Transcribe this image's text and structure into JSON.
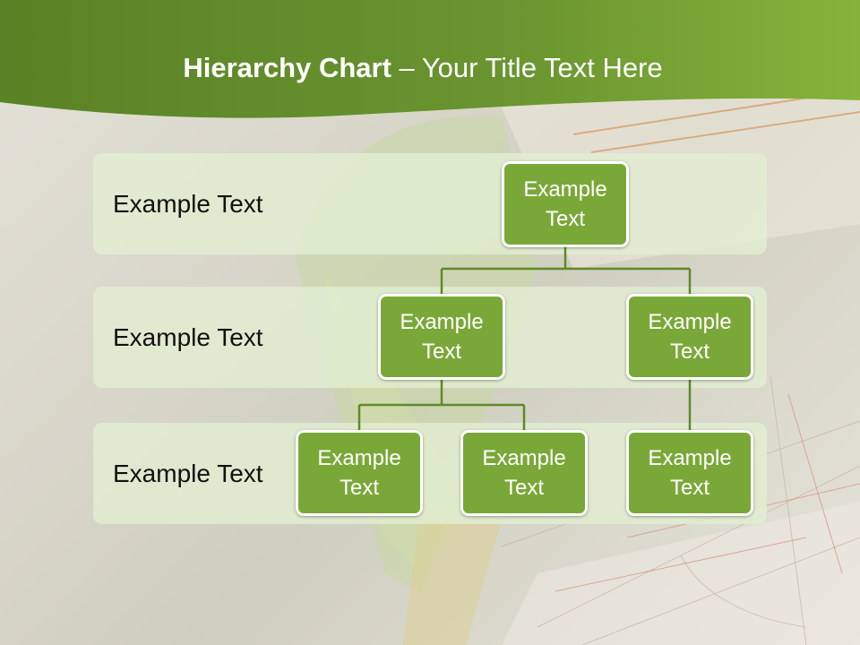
{
  "title": {
    "bold": "Hierarchy Chart",
    "rest": " – Your Title Text Here"
  },
  "colors": {
    "header_green": "#6f9a2e",
    "node_fill": "#7aa838",
    "band_fill": "#e2eed2",
    "connector": "#5f8a26"
  },
  "levels": [
    {
      "label": "Example Text"
    },
    {
      "label": "Example Text"
    },
    {
      "label": "Example Text"
    }
  ],
  "nodes": [
    {
      "text": "Example Text"
    },
    {
      "text": "Example Text"
    },
    {
      "text": "Example Text"
    },
    {
      "text": "Example Text"
    },
    {
      "text": "Example Text"
    },
    {
      "text": "Example Text"
    }
  ]
}
